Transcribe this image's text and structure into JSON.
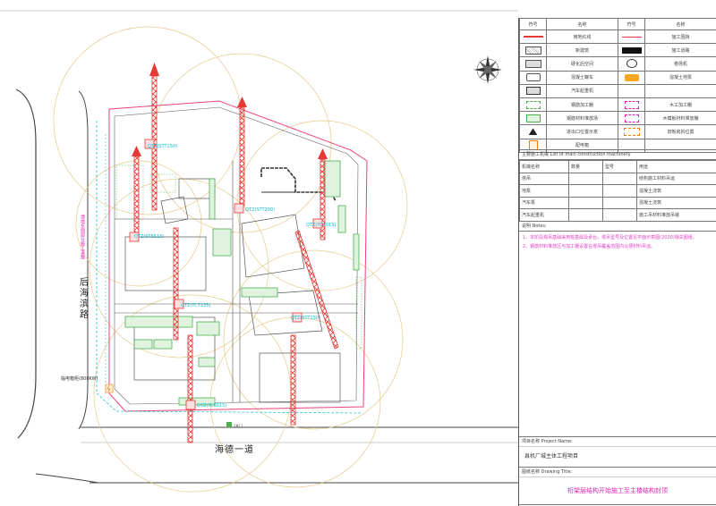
{
  "legend": {
    "headers": [
      "符号",
      "名称",
      "符号",
      "名称"
    ],
    "rows": [
      {
        "left": {
          "icon": "red-line-icon",
          "label": "用地红线"
        },
        "right": {
          "icon": "red-line-icon",
          "label": "施工围挡"
        }
      },
      {
        "left": {
          "icon": "hatch-box-icon",
          "label": "新建筑"
        },
        "right": {
          "icon": "black-bar-icon",
          "label": "施工道路"
        }
      },
      {
        "left": {
          "icon": "dot-grid-icon",
          "label": "硬化后空间"
        },
        "right": {
          "icon": "pump-icon",
          "label": "卷扬机"
        }
      },
      {
        "left": {
          "icon": "mixer-truck-icon",
          "label": "混凝土罐车"
        },
        "right": {
          "icon": "concrete-pump-icon",
          "label": "混凝土地泵"
        }
      },
      {
        "left": {
          "icon": "crane-truck-icon",
          "label": "汽车起重机"
        },
        "right": {
          "icon": "empty-icon",
          "label": ""
        }
      },
      {
        "left": {
          "icon": "rebar-shed-icon",
          "label": "钢筋加工棚"
        },
        "right": {
          "icon": "wood-shed-icon",
          "label": "木工加工棚"
        }
      },
      {
        "left": {
          "icon": "rebar-yard-icon",
          "label": "钢筋材料堆放场"
        },
        "right": {
          "icon": "wood-yard-icon",
          "label": "木模板材料堆放棚"
        }
      },
      {
        "left": {
          "icon": "gate-icon",
          "label": "进出口位置示意"
        },
        "right": {
          "icon": "dashed-box-icon",
          "label": "旧板房拆位置"
        }
      },
      {
        "left": {
          "icon": "power-box-icon",
          "label": "配电箱"
        },
        "right": {
          "icon": "empty-icon",
          "label": ""
        }
      }
    ]
  },
  "machinery": {
    "caption": "主要施工机械 List of main construction machinery",
    "headers": [
      "机械名称",
      "数量",
      "型号",
      "用途"
    ],
    "rows": [
      [
        "塔吊",
        "",
        "",
        "结构施工材料吊运"
      ],
      [
        "地泵",
        "",
        "",
        "混凝土浇筑"
      ],
      [
        "汽车泵",
        "",
        "",
        "混凝土浇筑"
      ],
      [
        "汽车起重机",
        "",
        "",
        "施工吊材料堆放吊装"
      ]
    ]
  },
  "notes": {
    "caption": "说明 Notes:",
    "lines": [
      "1、本阶段塔吊基础采用桩基础及承台，塔吊型号及位置见平面示意图(2020)相关图纸。",
      "2、钢筋材料堆放区与加工棚设置在塔吊覆盖范围内以便材料吊运。"
    ]
  },
  "project": {
    "caption": "项目名称 Project Name:",
    "name": "县机厂城主体工程项目"
  },
  "drawing": {
    "caption": "图纸名称 Drawing Title:",
    "title": "桁架层结构开始施工至主楼结构封顶"
  },
  "plan": {
    "road_west": "后海滨路",
    "road_south": "海德一道",
    "power_box": "临电箱柜(800KW)",
    "side_note": "场地东侧部分施工道路",
    "gate_label": "1#门",
    "cranes": [
      {
        "id": "crane-1",
        "label": "QTZ(STT150)"
      },
      {
        "id": "crane-2",
        "label": "QTZ(ST5513)"
      },
      {
        "id": "crane-3",
        "label": "QTZ(STT200)"
      },
      {
        "id": "crane-4",
        "label": "QTZ(TC6013)"
      },
      {
        "id": "crane-5",
        "label": "QTZ(TC7135)"
      },
      {
        "id": "crane-6",
        "label": "QTZ(STT150)"
      },
      {
        "id": "crane-7",
        "label": "QTZ(TC6015)"
      }
    ]
  },
  "colors": {
    "crane": "#e53935",
    "redline": "#ec407a",
    "road": "#444444",
    "building_green": "#4caf50",
    "cyan_label": "#00bcd4",
    "magenta_text": "#e020b0",
    "circle": "#e6c98a"
  }
}
